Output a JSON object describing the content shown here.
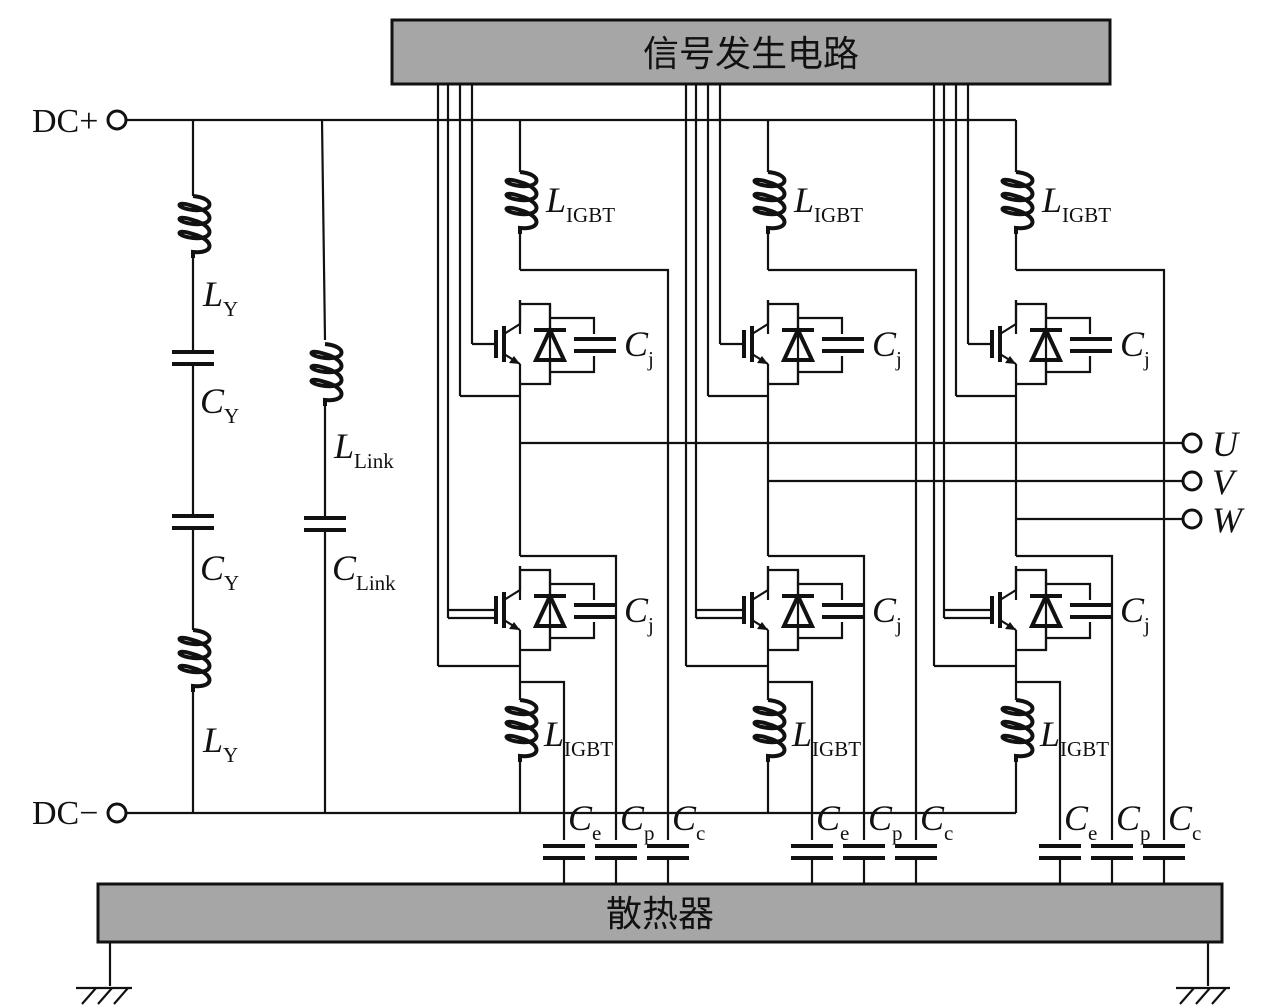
{
  "blocks": {
    "signal_circuit": "信号发生电路",
    "heatsink": "散热器"
  },
  "terminals": {
    "dc_plus": "DC+",
    "dc_minus": "DC−"
  },
  "outputs": [
    "U",
    "V",
    "W"
  ],
  "labels": {
    "L": "L",
    "C": "C",
    "IGBT": "IGBT",
    "Y": "Y",
    "Link": "Link",
    "j": "j",
    "e": "e",
    "p": "p",
    "c": "c"
  }
}
